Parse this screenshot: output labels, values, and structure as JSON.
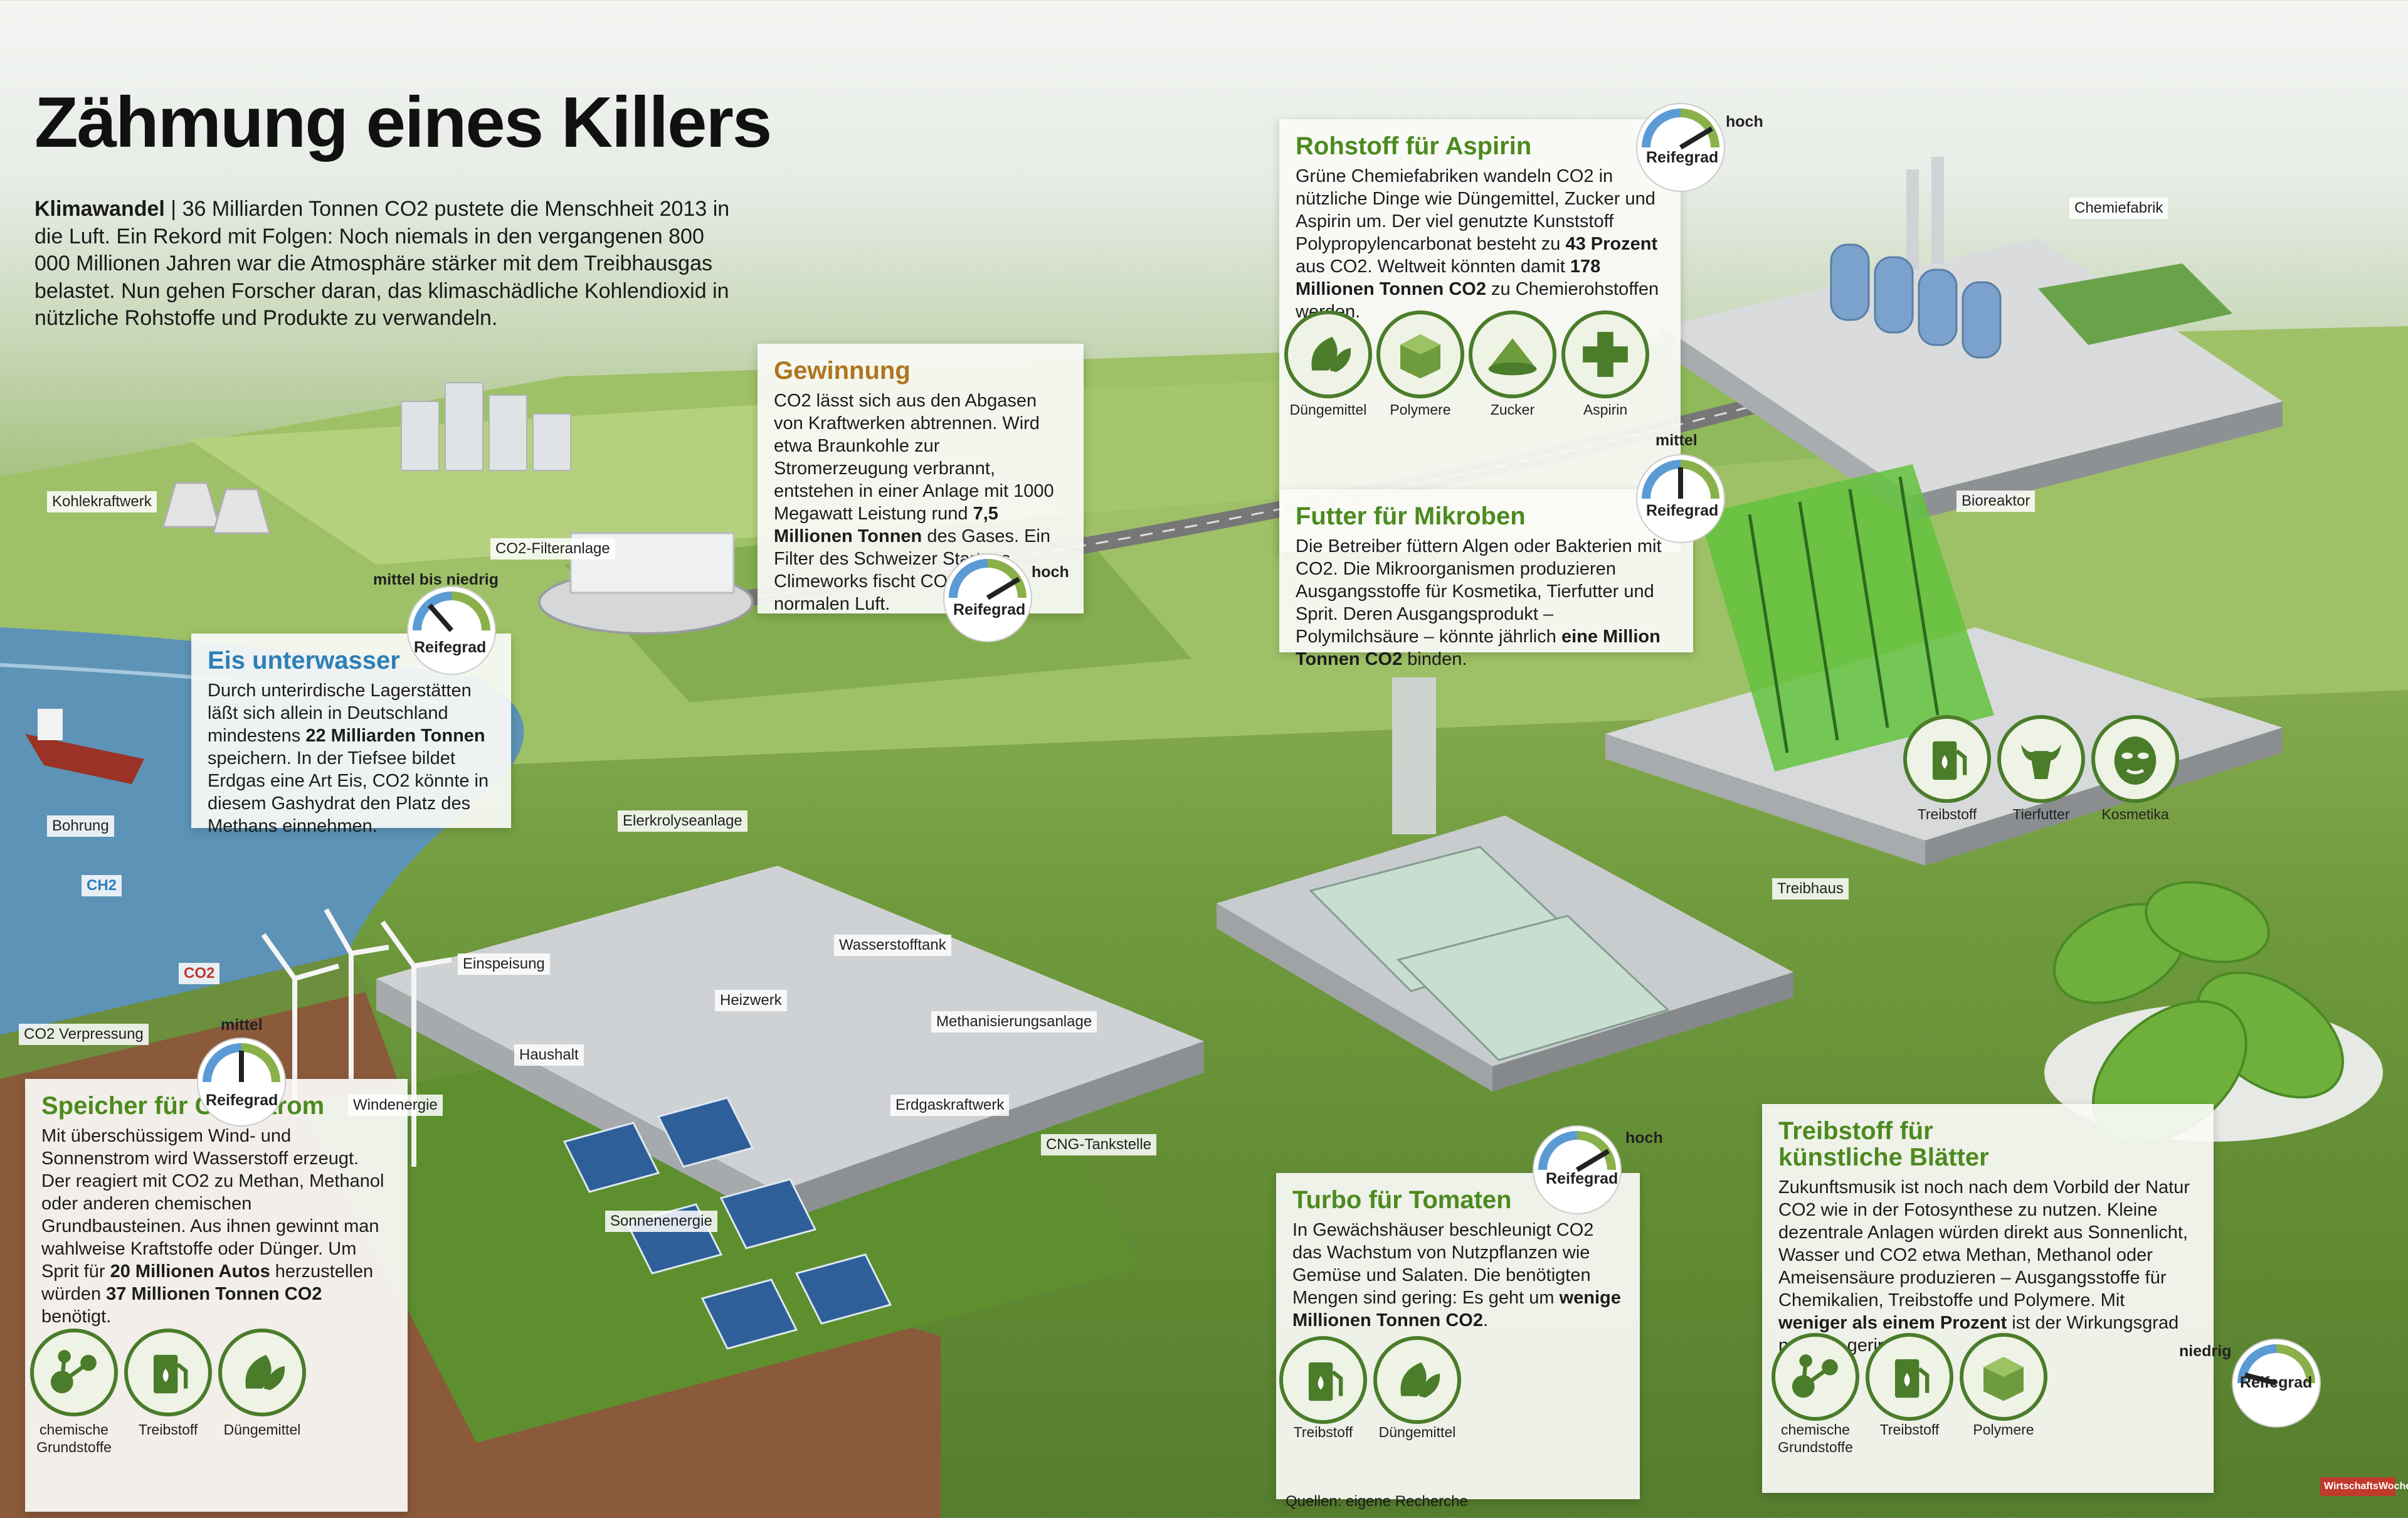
{
  "title": "Zähmung eines Killers",
  "intro": {
    "lead": "Klimawandel",
    "text": " | 36 Milliarden Tonnen CO2 pustete die Menschheit 2013 in die Luft. Ein Rekord mit Folgen: Noch niemals in den vergangenen 800 000 Millionen Jahren war die Atmosphäre stärker mit dem Treibhausgas belastet. Nun gehen Forscher daran,  das klimaschädliche Kohlendioxid in nützliche Rohstoffe und Produkte zu verwandeln."
  },
  "gauge_word": "Reifegrad",
  "sections": {
    "gewinnung": {
      "title": "Gewinnung",
      "t1": "CO2 lässt sich aus den Abgasen von Kraftwerken abtrennen. Wird etwa Braunkohle zur Stromerzeugung verbrannt, entstehen in einer Anlage mit 1000 Megawatt Leistung rund ",
      "b1": "7,5 Millionen Tonnen",
      "t2": " des Gases. Ein Filter des Schweizer Startups Climeworks fischt CO2 aus der normalen Luft.",
      "level": "hoch"
    },
    "eis": {
      "title": "Eis unterwasser",
      "t1": "Durch unterirdische Lagerstätten läßt sich allein in Deutschland mindestens ",
      "b1": "22 Milliarden Tonnen",
      "t2": " speichern. In der Tiefsee bildet Erdgas eine Art Eis, CO2 könnte in diesem Gashydrat den Platz des Methans einnehmen.",
      "level": "mittel bis niedrig"
    },
    "speicher": {
      "title": "Speicher für Grünstrom",
      "t1": "Mit überschüssigem Wind- und Sonnenstrom wird Wasserstoff erzeugt. Der reagiert mit CO2 zu Methan, Methanol oder anderen chemischen Grundbausteinen. Aus ihnen gewinnt man wahlweise Kraftstoffe oder Dünger. Um Sprit für ",
      "b1": "20 Millionen Autos",
      "t2": " herzustellen würden ",
      "b2": "37 Millionen Tonnen CO2",
      "t3": " benötigt.",
      "level": "mittel",
      "icons": [
        "chemische Grundstoffe",
        "Treibstoff",
        "Düngemittel"
      ]
    },
    "aspirin": {
      "title": "Rohstoff für Aspirin",
      "t1": "Grüne Chemiefabriken wandeln CO2 in nützliche Dinge wie Düngemittel, Zucker und Aspirin um. Der viel genutzte Kunststoff Polypropylencarbonat besteht zu ",
      "b1": "43 Prozent",
      "t2": " aus CO2. Weltweit könnten damit ",
      "b2": "178 Millionen Tonnen CO2",
      "t3": " zu Chemierohstoffen werden.",
      "level": "hoch",
      "icons": [
        "Düngemittel",
        "Polymere",
        "Zucker",
        "Aspirin"
      ]
    },
    "mikroben": {
      "title": "Futter für Mikroben",
      "t1": "Die Betreiber füttern Algen oder Bakterien mit CO2. Die Mikroorganismen produzieren Ausgangsstoffe für Kosmetika, Tierfutter und Sprit. Deren Ausgangsprodukt – Polymilchsäure – könnte jährlich ",
      "b1": "eine Million Tonnen CO2",
      "t2": " binden.",
      "level": "mittel",
      "icons": [
        "Treibstoff",
        "Tierfutter",
        "Kosmetika"
      ]
    },
    "tomaten": {
      "title": "Turbo für Tomaten",
      "t1": "In Gewächshäuser beschleunigt CO2 das Wachstum von Nutzpflanzen wie Gemüse und Salaten. Die benötigten Mengen sind gering: Es geht um ",
      "b1": "wenige Millionen Tonnen CO2",
      "t2": ".",
      "level": "hoch",
      "icons": [
        "Treibstoff",
        "Düngemittel"
      ]
    },
    "blaetter": {
      "title": "Treibstoff für künstliche Blätter",
      "t1": "Zukunftsmusik ist noch nach dem Vorbild der Natur CO2 wie in der Fotosynthese zu nutzen. Kleine dezentrale Anlagen würden direkt aus Sonnenlicht, Wasser und CO2 etwa Methan, Methanol oder Ameisensäure produzieren – Ausgangsstoffe für Chemikalien, Treibstoffe und Polymere. Mit ",
      "b1": "weniger als einem Prozent",
      "t2": " ist der Wirkungsgrad noch zu gering.",
      "level": "niedrig",
      "icons": [
        "chemische Grundstoffe",
        "Treibstoff",
        "Polymere"
      ]
    }
  },
  "labels": {
    "kohlekraftwerk": "Kohlekraftwerk",
    "filteranlage": "CO2-Filteranlage",
    "chemiefabrik": "Chemiefabrik",
    "bioreaktor": "Bioreaktor",
    "treibhaus": "Treibhaus",
    "bohrung": "Bohrung",
    "ch2": "CH2",
    "co2": "CO2",
    "verpressung": "CO2 Verpressung",
    "elektrolyse": "Elerkrolyseanlage",
    "wasserstofftank": "Wasserstofftank",
    "einspeisung": "Einspeisung",
    "heizwerk": "Heizwerk",
    "methanisierung": "Methanisierungsanlage",
    "haushalt": "Haushalt",
    "erdgaskraftwerk": "Erdgaskraftwerk",
    "windenergie": "Windenergie",
    "cng": "CNG-Tankstelle",
    "sonnenenergie": "Sonnenenergie"
  },
  "source": "Quellen: eigene Recherche",
  "logo": "WirtschaftsWoche",
  "colors": {
    "green": "#4c8a1f",
    "blue": "#2d7fb7",
    "orange": "#b0751e",
    "icon_border": "#4a7c2a"
  }
}
